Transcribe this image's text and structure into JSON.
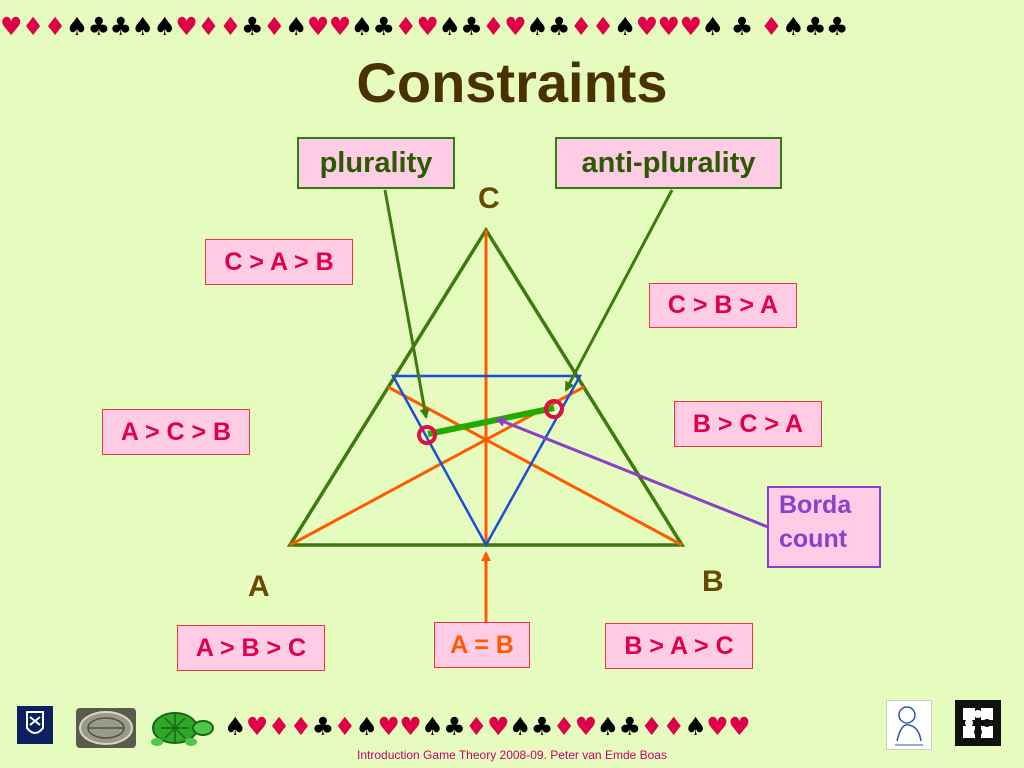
{
  "slide": {
    "title": "Constraints",
    "top_suits": "♥♦♦♠♣♣♠♠♥♦♦♣♦♠♥♥♠♣♦♥♠♣♦♥♠♣♦♦♠♥♥♥♠ ♣ ♦♠♣♣",
    "bottom_suits": "♠♥♦♦♣♦♠♥♥♠♣♦♥♠♣♦♥♠♣♦♦♠♥♥",
    "credit": "Introduction Game Theory 2008-09.   Peter van Emde Boas",
    "colors": {
      "heart": "#e0004a",
      "diamond": "#e0004a",
      "spade": "#000000",
      "club": "#000000"
    }
  },
  "labels": {
    "plurality": "plurality",
    "anti_plurality": "anti-plurality",
    "borda": [
      "Borda",
      "count"
    ],
    "a_equals_b": "A = B"
  },
  "vertices": {
    "a": "A",
    "b": "B",
    "c": "C"
  },
  "rankings": {
    "cab": "C > A > B",
    "cba": "C > B > A",
    "acb": "A > C > B",
    "bca": "B > C > A",
    "abc": "A > B > C",
    "bac": "B > A > C"
  },
  "icons": [
    "university-logo-icon",
    "coin-icon",
    "turtle-icon",
    "mascot-icon",
    "puzzle-icon"
  ]
}
